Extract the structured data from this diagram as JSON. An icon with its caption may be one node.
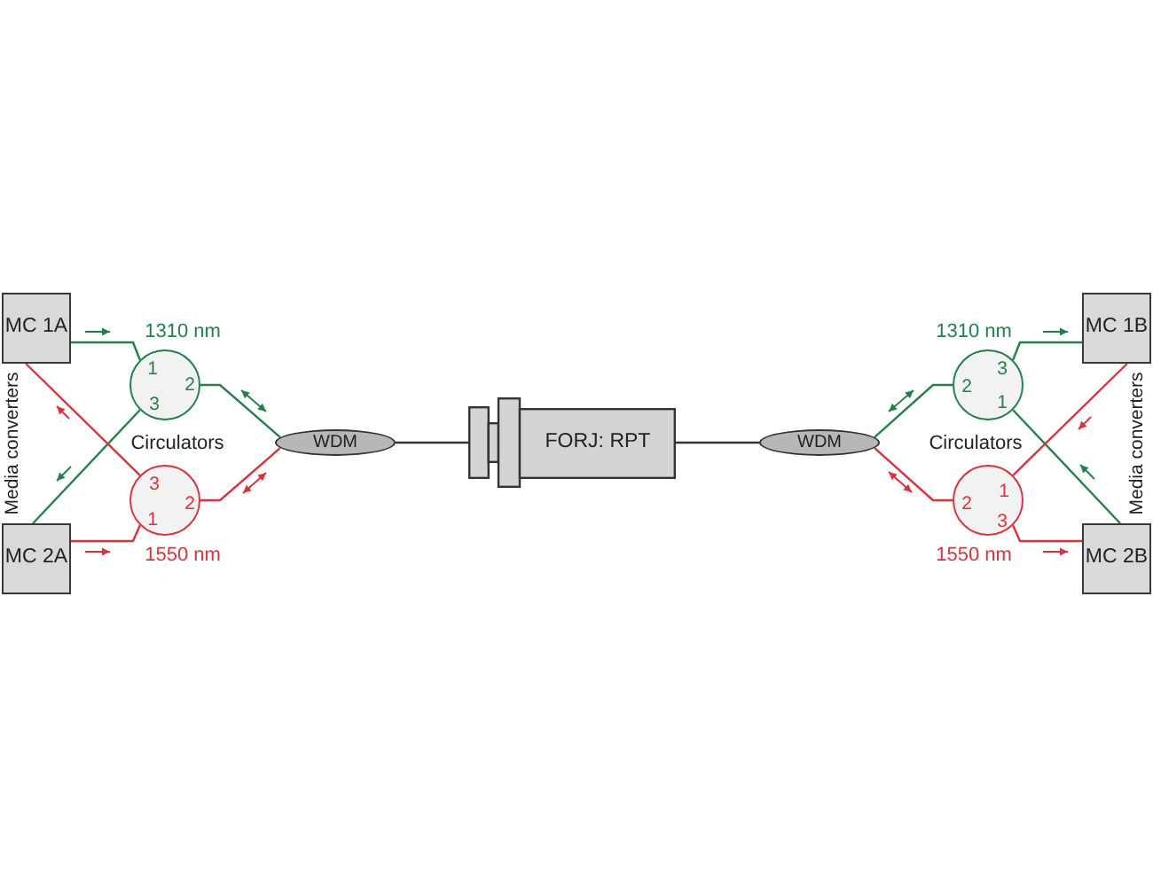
{
  "diagram": {
    "nodes": [
      {
        "text": [
          "MC 1A"
        ]
      },
      {
        "text": [
          "MC 2A"
        ]
      },
      {
        "text": [
          "1",
          "2",
          "3"
        ],
        "beside": [
          "1310 nm"
        ]
      },
      {
        "text": [
          "3",
          "2",
          "1"
        ],
        "beside": [
          "1550 nm"
        ]
      },
      {
        "text": [
          "WDM"
        ]
      },
      {
        "text": [
          "FORJ: RPT"
        ]
      },
      {
        "text": [
          "WDM"
        ]
      },
      {
        "text": [
          "3",
          "2",
          "1"
        ],
        "beside": [
          "1310 nm"
        ]
      },
      {
        "text": [
          "1",
          "2",
          "3"
        ],
        "beside": [
          "1550 nm"
        ]
      },
      {
        "text": [
          "MC 1B"
        ]
      },
      {
        "text": [
          "MC 2B"
        ]
      }
    ],
    "edges": [
      {
        "from": 0,
        "to": 2,
        "arrow": "none",
        "color": "#23804a"
      },
      {
        "from": 2,
        "to": 1,
        "arrow": "none",
        "color": "#23804a"
      },
      {
        "from": 1,
        "to": 3,
        "arrow": "none",
        "color": "#d7333e"
      },
      {
        "from": 3,
        "to": 0,
        "arrow": "none",
        "color": "#d7333e"
      },
      {
        "from": 2,
        "to": 4,
        "arrow": "none",
        "color": "#23804a"
      },
      {
        "from": 3,
        "to": 4,
        "arrow": "none",
        "color": "#d7333e"
      },
      {
        "from": 4,
        "to": 5,
        "arrow": "none"
      },
      {
        "from": 5,
        "to": 6,
        "arrow": "none"
      },
      {
        "from": 6,
        "to": 7,
        "arrow": "none",
        "color": "#23804a"
      },
      {
        "from": 6,
        "to": 8,
        "arrow": "none",
        "color": "#d7333e"
      },
      {
        "from": 7,
        "to": 9,
        "arrow": "none",
        "color": "#23804a"
      },
      {
        "from": 10,
        "to": 7,
        "arrow": "none",
        "color": "#23804a"
      },
      {
        "from": 9,
        "to": 8,
        "arrow": "none",
        "color": "#d7333e"
      },
      {
        "from": 8,
        "to": 10,
        "arrow": "none",
        "color": "#d7333e"
      }
    ],
    "labels": [
      "Media converters",
      "Circulators",
      "Circulators",
      "Media converters"
    ]
  }
}
